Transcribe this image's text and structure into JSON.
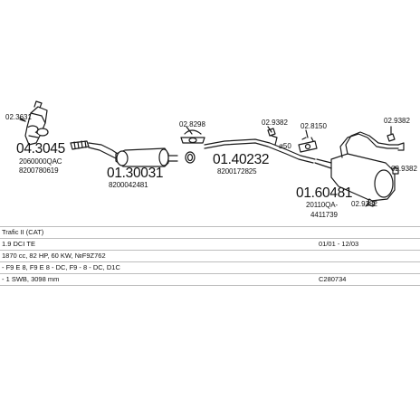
{
  "parts": {
    "p_030631": "02.3631",
    "p_043045": "04.3045",
    "p_043045_oem1": "2060000QAC",
    "p_043045_oem2": "8200780619",
    "p_013003": "01.30031",
    "p_013003_oem": "8200042481",
    "p_028298": "02.8298",
    "p_029382_a": "02.9382",
    "p_0140232": "01.40232",
    "p_0140232_oem": "8200172825",
    "p_028150": "02.8150",
    "p_d50": "ø50",
    "p_029382_b": "02.9382",
    "p_029382_c": "02.9382",
    "p_0160481": "01.60481",
    "p_0160481_oem1": "20110QA-",
    "p_0160481_oem2": "4411739",
    "p_029382_d": "02.9382"
  },
  "info": {
    "model": "Trafic II (CAT)",
    "engine": "1.9 DCI TE",
    "dates": "01/01 - 12/03",
    "spec": "1870 cc, 82 HP, 60 KW, №F9Z762",
    "engine_codes": "- F9 E 8, F9 E 8 - DC, F9 - 8 - DC, D1C",
    "wheelbase": "- 1 SWB, 3098 mm",
    "code": "C280734"
  },
  "colors": {
    "line": "#1a1a1a",
    "rule": "#bdbdbd"
  },
  "icons": [
    "catalytic-converter-icon",
    "pipe-icon",
    "muffler-icon",
    "clamp-icon",
    "gasket-icon",
    "rubber-mount-icon"
  ]
}
